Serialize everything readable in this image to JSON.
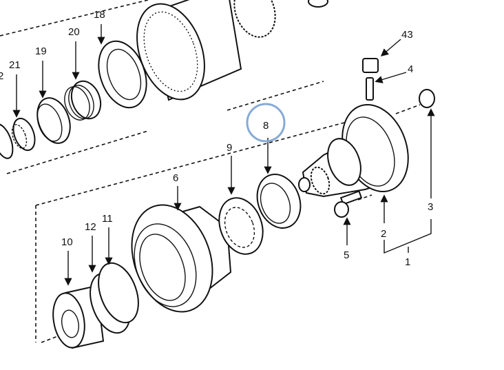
{
  "diagram": {
    "callouts": [
      {
        "id": "label-18",
        "text": "18"
      },
      {
        "id": "label-20",
        "text": "20"
      },
      {
        "id": "label-19",
        "text": "19"
      },
      {
        "id": "label-21",
        "text": "21"
      },
      {
        "id": "label-22-partial",
        "text": "2"
      },
      {
        "id": "label-43",
        "text": "43"
      },
      {
        "id": "label-4",
        "text": "4"
      },
      {
        "id": "label-8",
        "text": "8"
      },
      {
        "id": "label-9",
        "text": "9"
      },
      {
        "id": "label-6",
        "text": "6"
      },
      {
        "id": "label-3",
        "text": "3"
      },
      {
        "id": "label-2",
        "text": "2"
      },
      {
        "id": "label-5",
        "text": "5"
      },
      {
        "id": "label-1",
        "text": "1"
      },
      {
        "id": "label-12",
        "text": "12"
      },
      {
        "id": "label-11",
        "text": "11"
      },
      {
        "id": "label-10",
        "text": "10"
      }
    ],
    "highlight_color": "#86aad4",
    "highlighted_part": "8"
  }
}
